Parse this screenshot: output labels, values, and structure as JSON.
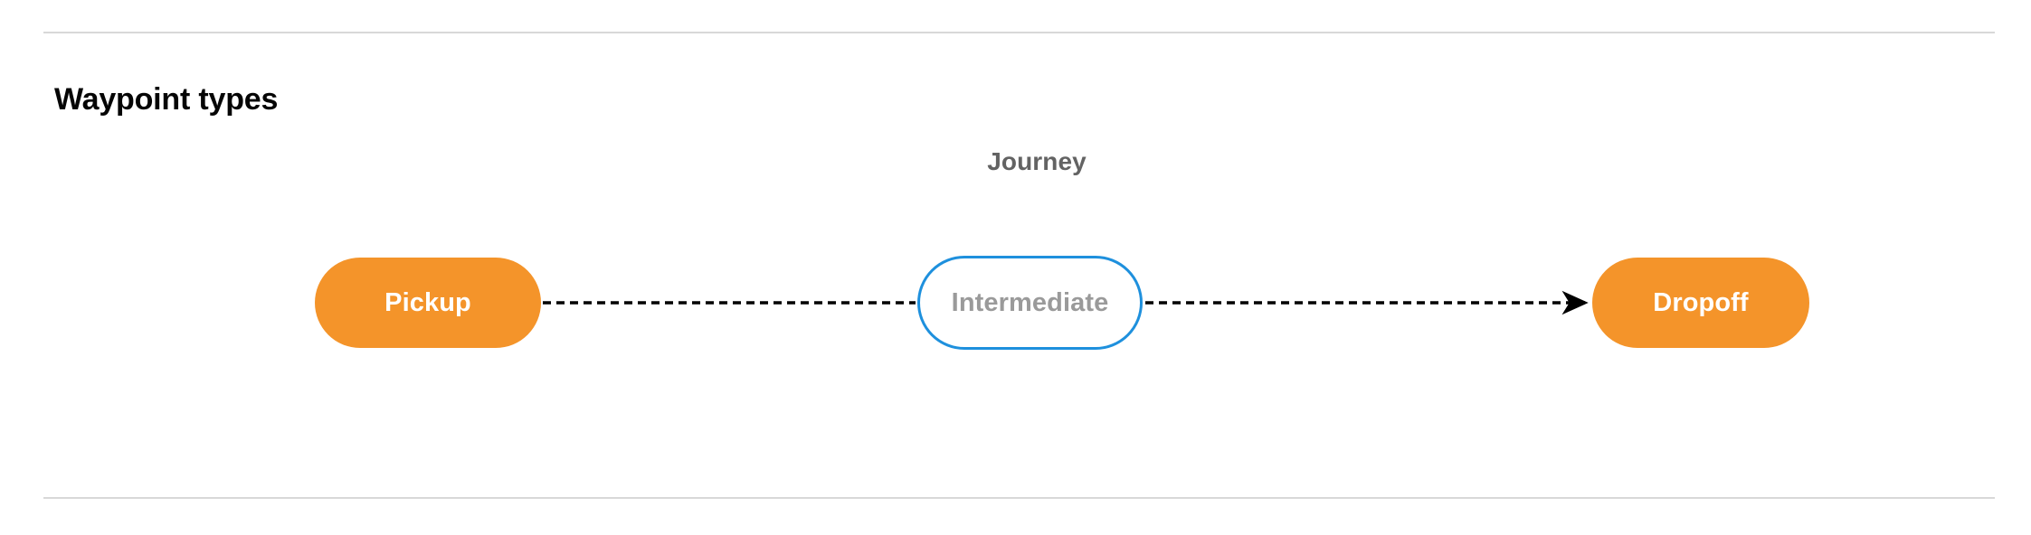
{
  "section": {
    "title": "Waypoint types"
  },
  "diagram": {
    "type": "flow",
    "group_label": "Journey",
    "nodes": [
      {
        "id": "pickup",
        "label": "Pickup",
        "style": "filled",
        "fill": "#F4942A",
        "text_color": "#FFFFFF"
      },
      {
        "id": "intermediate",
        "label": "Intermediate",
        "style": "outlined",
        "fill": "#FFFFFF",
        "text_color": "#9A9A9A",
        "border_color": "#1E90DD"
      },
      {
        "id": "dropoff",
        "label": "Dropoff",
        "style": "filled",
        "fill": "#F4942A",
        "text_color": "#FFFFFF"
      }
    ],
    "edges": [
      {
        "from": "pickup",
        "to": "intermediate",
        "line": "dashed",
        "arrowhead": false,
        "color": "#000000"
      },
      {
        "from": "intermediate",
        "to": "dropoff",
        "line": "dashed",
        "arrowhead": true,
        "color": "#000000"
      }
    ]
  },
  "colors": {
    "accent_orange": "#F4942A",
    "accent_blue": "#1E90DD",
    "divider": "#D8D8D8",
    "title": "#050505",
    "muted_text": "#636363"
  }
}
